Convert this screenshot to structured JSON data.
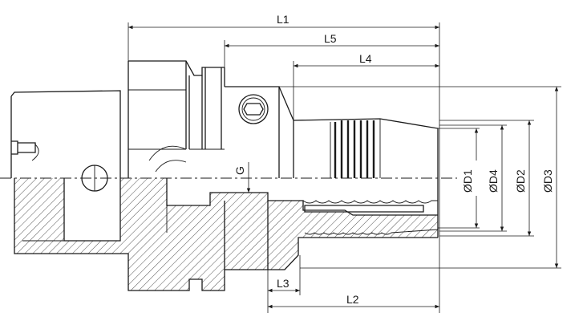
{
  "dimensions": {
    "l1": "L1",
    "l5": "L5",
    "l4": "L4",
    "l3": "L3",
    "l2": "L2",
    "g": "G",
    "d1": "ØD1",
    "d4": "ØD4",
    "d2": "ØD2",
    "d3": "ØD3"
  },
  "colors": {
    "line": "#1a1a1a",
    "hatch": "#555555",
    "background": "#ffffff"
  },
  "icons": {
    "screw": "hex-socket-screw-icon"
  }
}
